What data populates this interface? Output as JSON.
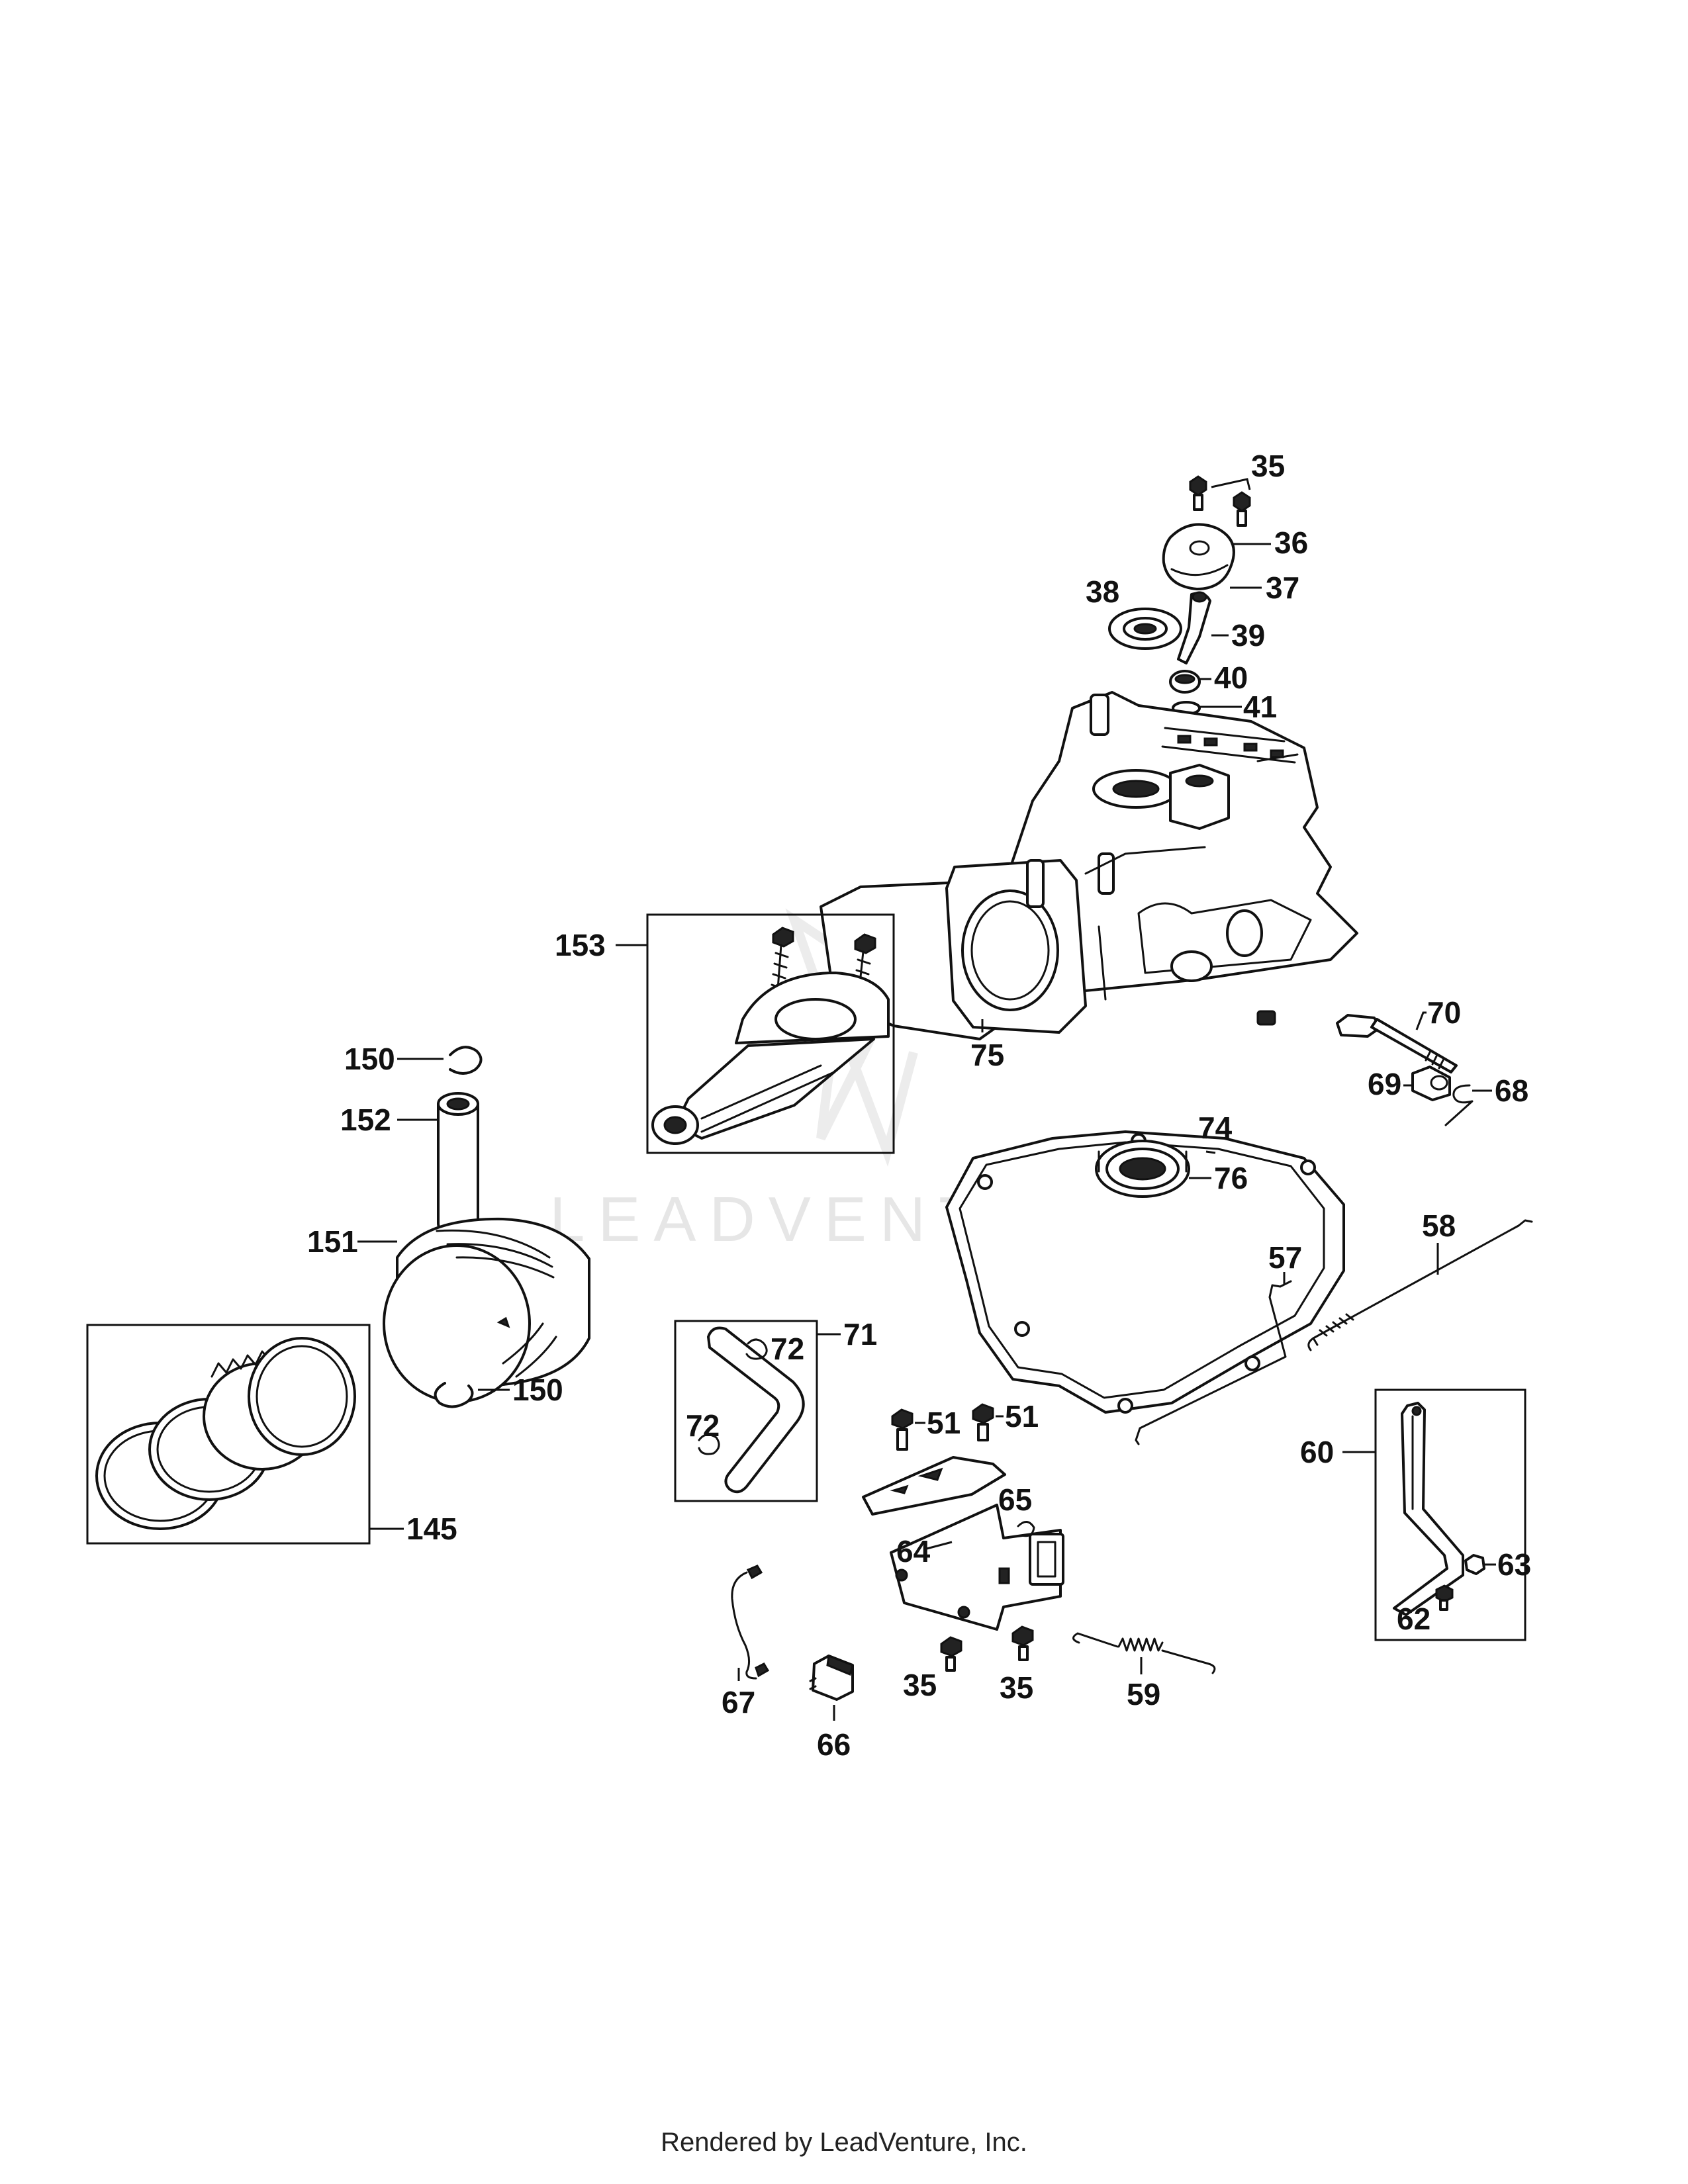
{
  "watermark": "LEADVENTURE",
  "footer": "Rendered by LeadVenture, Inc.",
  "callouts": {
    "c35a": "35",
    "c36": "36",
    "c37": "37",
    "c38": "38",
    "c39": "39",
    "c40": "40",
    "c41": "41",
    "c153": "153",
    "c75": "75",
    "c70": "70",
    "c69": "69",
    "c68": "68",
    "c74": "74",
    "c76": "76",
    "c150a": "150",
    "c152": "152",
    "c151": "151",
    "c150b": "150",
    "c145": "145",
    "c58": "58",
    "c57": "57",
    "c71": "71",
    "c72a": "72",
    "c72b": "72",
    "c51a": "51",
    "c51b": "51",
    "c65": "65",
    "c64": "64",
    "c60": "60",
    "c63": "63",
    "c62": "62",
    "c67": "67",
    "c66": "66",
    "c35b": "35",
    "c35c": "35",
    "c59": "59"
  }
}
